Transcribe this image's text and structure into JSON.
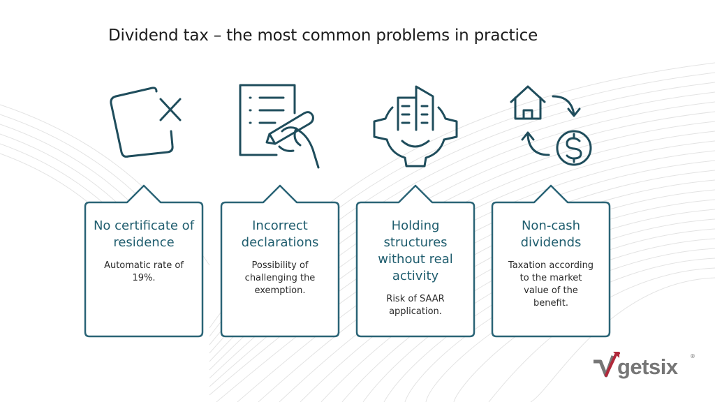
{
  "title": "Dividend tax – the most common problems in practice",
  "colors": {
    "accent": "#1f5d6e",
    "icon_stroke": "#1f4d5c",
    "logo_red": "#b0283a",
    "logo_gray": "#767676"
  },
  "cards": [
    {
      "title": "No certificate of residence",
      "description": "Automatic rate of 19%.",
      "icon": "document-x-icon"
    },
    {
      "title": "Incorrect declarations",
      "description": "Possibility of challenging the exemption.",
      "icon": "checklist-hand-pen-icon"
    },
    {
      "title": "Holding structures without real activity",
      "description": "Risk of SAAR application.",
      "icon": "building-gear-icon"
    },
    {
      "title": "Non-cash dividends",
      "description": "Taxation according to the market value of the benefit.",
      "icon": "house-dollar-exchange-icon"
    }
  ],
  "logo": {
    "text": "getsix",
    "registered": "®"
  }
}
